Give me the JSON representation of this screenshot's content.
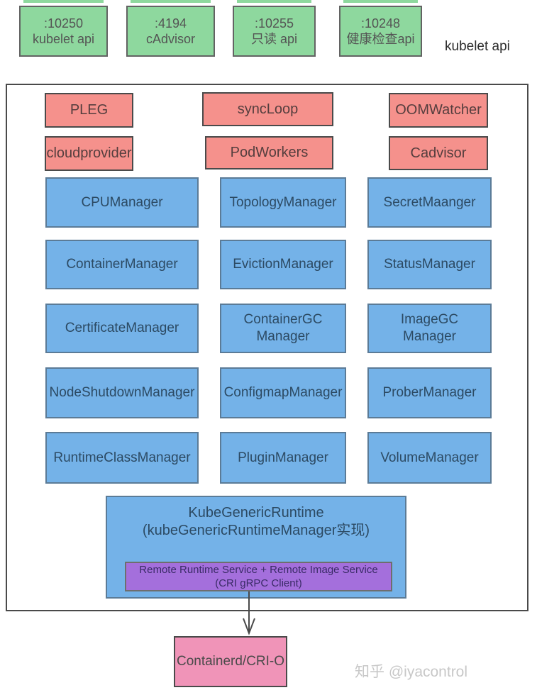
{
  "ports": [
    {
      "port": ":10250",
      "name": "kubelet api"
    },
    {
      "port": ":4194",
      "name": "cAdvisor"
    },
    {
      "port": ":10255",
      "name": "只读 api"
    },
    {
      "port": ":10248",
      "name": "健康检查api"
    }
  ],
  "api_label": "kubelet api",
  "loops": [
    "PLEG",
    "syncLoop",
    "OOMWatcher",
    "cloudprovider",
    "PodWorkers",
    "Cadvisor"
  ],
  "managers": [
    "CPUManager",
    "TopologyManager",
    "SecretMaanger",
    "ContainerManager",
    "EvictionManager",
    "StatusManager",
    "CertificateManager",
    "ContainerGC\nManager",
    "ImageGC\nManager",
    "NodeShutdownManager",
    "ConfigmapManager",
    "ProberManager",
    "RuntimeClassManager",
    "PluginManager",
    "VolumeManager"
  ],
  "runtime": {
    "title_line1": "KubeGenericRuntime",
    "title_line2": "(kubeGenericRuntimeManager实现)",
    "cri_line1": "Remote Runtime Service + Remote Image Service",
    "cri_line2": "(CRI gRPC Client)"
  },
  "runtime_target": "Containerd/CRI-O",
  "watermark": "知乎 @iyacontrol",
  "colors": {
    "green": "#8ed89e",
    "red": "#f5918c",
    "blue": "#74b2e8",
    "purple": "#a46fdc",
    "pink": "#f094b8",
    "border_dark": "#4a4a4a"
  }
}
